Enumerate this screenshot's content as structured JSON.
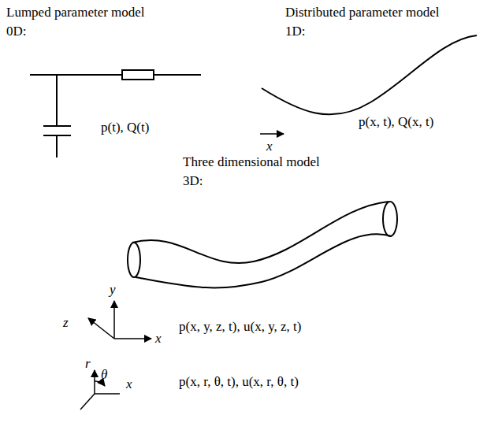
{
  "diagram": {
    "labels": [
      "Lumped parameter model",
      "0D:",
      "p(t), Q(t)",
      "Distributed parameter model",
      "1D:",
      "x",
      "p(x, t), Q(x, t)",
      "Three dimensional model",
      "3D:",
      "y",
      "z",
      "x",
      "p(x, y, z, t), u(x, y, z, t)",
      "r",
      "θ",
      "x",
      "p(x, r, θ, t), u(x, r, θ, t)"
    ]
  }
}
